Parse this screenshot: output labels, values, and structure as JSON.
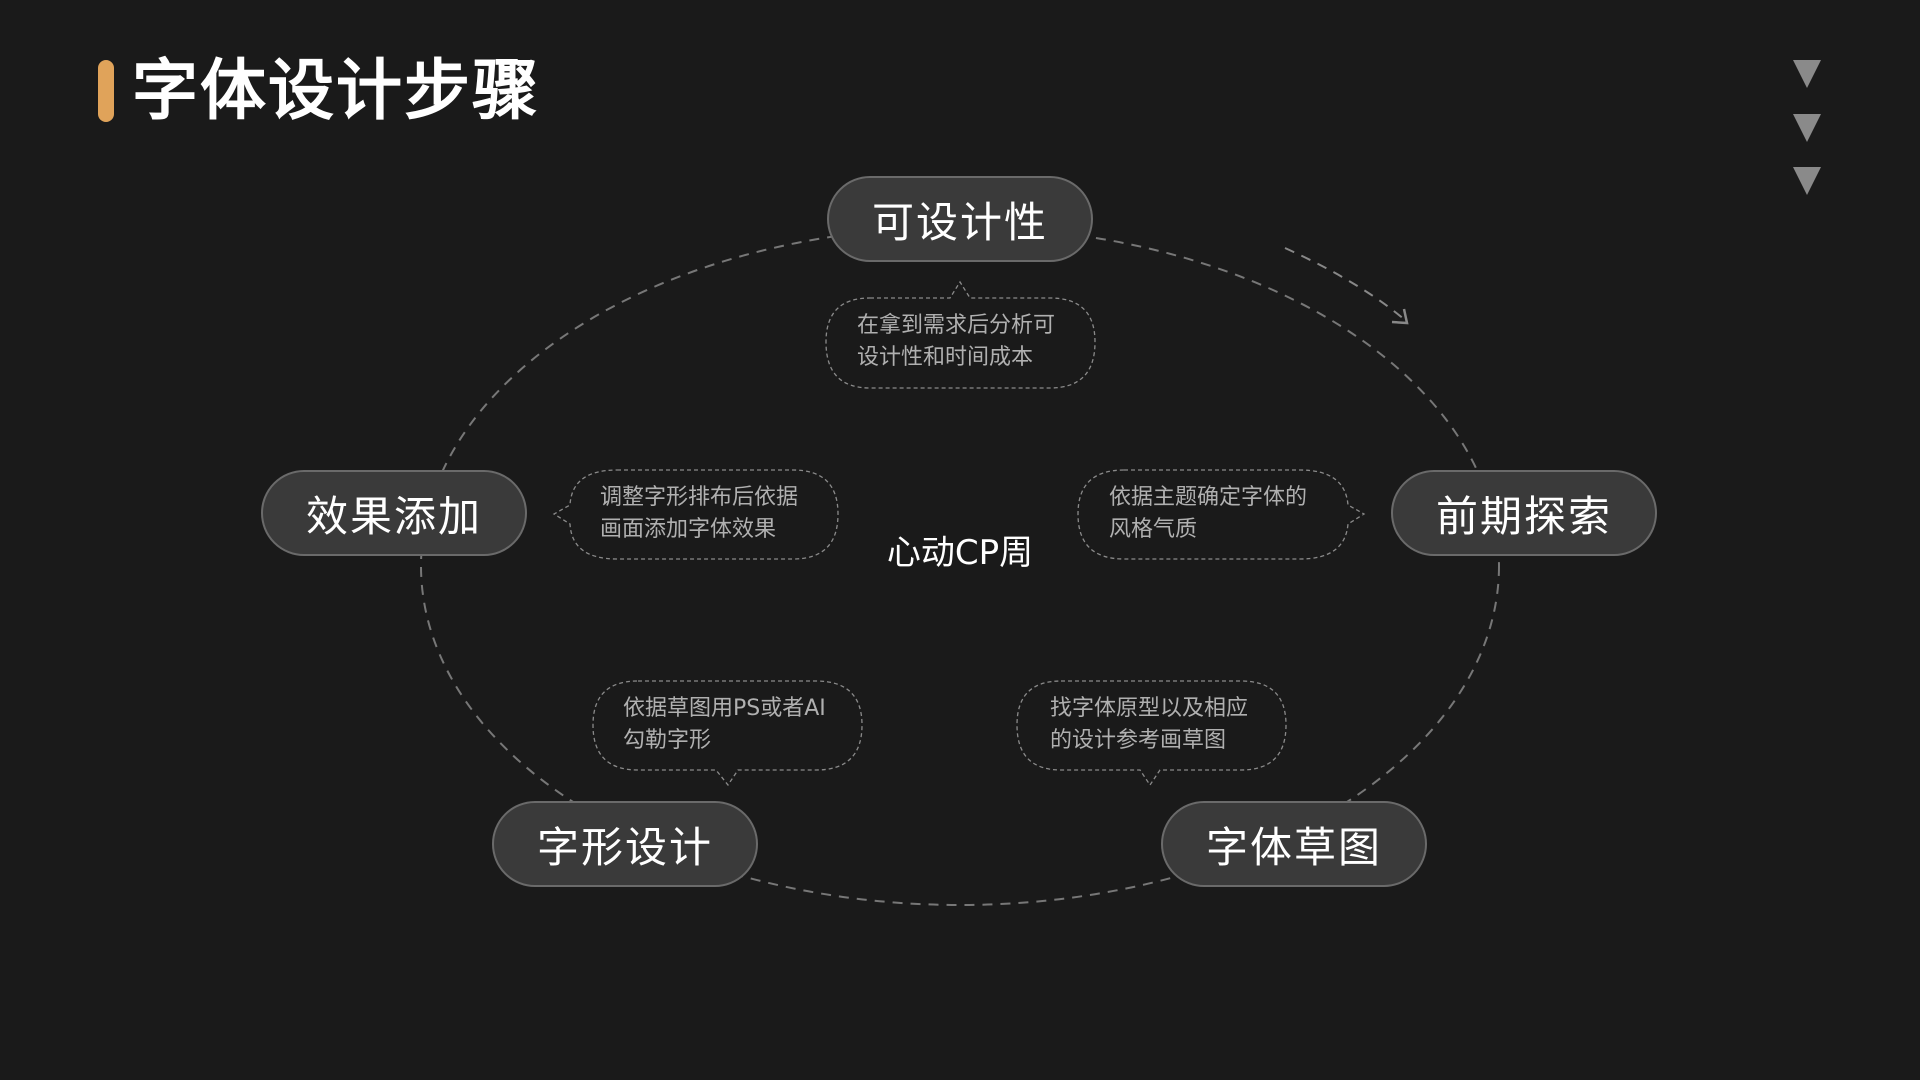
{
  "header": {
    "title": "字体设计步骤",
    "accent_color": "#e0a35a"
  },
  "nav_indicators": [
    {
      "icon": "triangle-down-icon"
    },
    {
      "icon": "triangle-down-icon"
    },
    {
      "icon": "triangle-down-icon"
    }
  ],
  "diagram": {
    "center_label": "心动CP周",
    "flow_direction": "clockwise",
    "steps": [
      {
        "id": "designability",
        "label": "可设计性",
        "description_lines": [
          "在拿到需求后分析可",
          "设计性和时间成本"
        ]
      },
      {
        "id": "exploration",
        "label": "前期探索",
        "description_lines": [
          "依据主题确定字体的",
          "风格气质"
        ]
      },
      {
        "id": "sketch",
        "label": "字体草图",
        "description_lines": [
          "找字体原型以及相应",
          "的设计参考画草图"
        ]
      },
      {
        "id": "glyph-design",
        "label": "字形设计",
        "description_lines": [
          "依据草图用PS或者AI",
          "勾勒字形"
        ]
      },
      {
        "id": "effects",
        "label": "效果添加",
        "description_lines": [
          "调整字形排布后依据",
          "画面添加字体效果"
        ]
      }
    ]
  },
  "colors": {
    "background": "#1a1a1a",
    "pill_fill": "#3a3a3a",
    "pill_border": "#6a6a6a",
    "dashed_line": "#777777",
    "bubble_text": "#b0b0b0"
  }
}
